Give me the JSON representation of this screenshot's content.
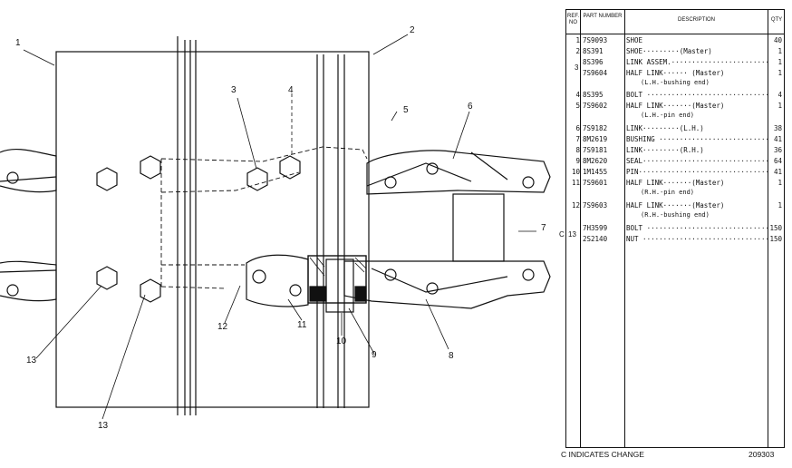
{
  "callouts": {
    "c1": "1",
    "c2": "2",
    "c3": "3",
    "c4": "4",
    "c5": "5",
    "c6": "6",
    "c7": "7",
    "c8": "8",
    "c9": "9",
    "c10": "10",
    "c11": "11",
    "c12": "12",
    "c13a": "13",
    "c13b": "13"
  },
  "table": {
    "headers": {
      "ref": "REF. NO",
      "part": "PART NUMBER",
      "desc": "DESCRIPTION",
      "qty": "QTY"
    },
    "rows": [
      {
        "ref": "1",
        "part": "7S9093",
        "desc": "SHOE",
        "qty": "40"
      },
      {
        "ref": "2",
        "part": "8S391",
        "desc": "SHOE·········(Master)",
        "qty": "1"
      },
      {
        "ref": "",
        "part": "8S396",
        "desc": "LINK ASSEM.···························",
        "qty": "1"
      },
      {
        "ref": "",
        "part": "7S9604",
        "desc": "HALF LINK······  (Master)",
        "qty": "1"
      },
      {
        "ref": "4",
        "part": "8S395",
        "desc": "BOLT ·······························",
        "qty": "4"
      },
      {
        "ref": "5",
        "part": "7S9602",
        "desc": "HALF LINK·······(Master)",
        "qty": "1"
      },
      {
        "ref": "6",
        "part": "7S9182",
        "desc": "LINK·········(L.H.)",
        "qty": "38"
      },
      {
        "ref": "7",
        "part": "8M2619",
        "desc": "BUSHING ····························",
        "qty": "41"
      },
      {
        "ref": "8",
        "part": "7S9181",
        "desc": "LINK·········(R.H.)",
        "qty": "36"
      },
      {
        "ref": "9",
        "part": "8M2620",
        "desc": "SEAL··································",
        "qty": "64"
      },
      {
        "ref": "10",
        "part": "1M1455",
        "desc": "PIN···································",
        "qty": "41"
      },
      {
        "ref": "11",
        "part": "7S9601",
        "desc": "HALF LINK·······(Master)",
        "qty": "1"
      },
      {
        "ref": "12",
        "part": "7S9603",
        "desc": "HALF LINK·······(Master)",
        "qty": "1"
      },
      {
        "ref": "",
        "part": "7H3599",
        "desc": "BOLT ·································",
        "qty": "150"
      },
      {
        "ref": "",
        "part": "2S2140",
        "desc": "NUT ··································",
        "qty": "150"
      }
    ],
    "subnotes": {
      "s3": "(L.H.-bushing end)",
      "s5": "(L.H.-pin end)",
      "s11": "(R.H.-pin end)",
      "s12": "(R.H.-bushing end)"
    },
    "ref3": "3",
    "ref13": "13",
    "change_marker": "C"
  },
  "footer": {
    "note": "C INDICATES CHANGE",
    "code": "209303"
  }
}
